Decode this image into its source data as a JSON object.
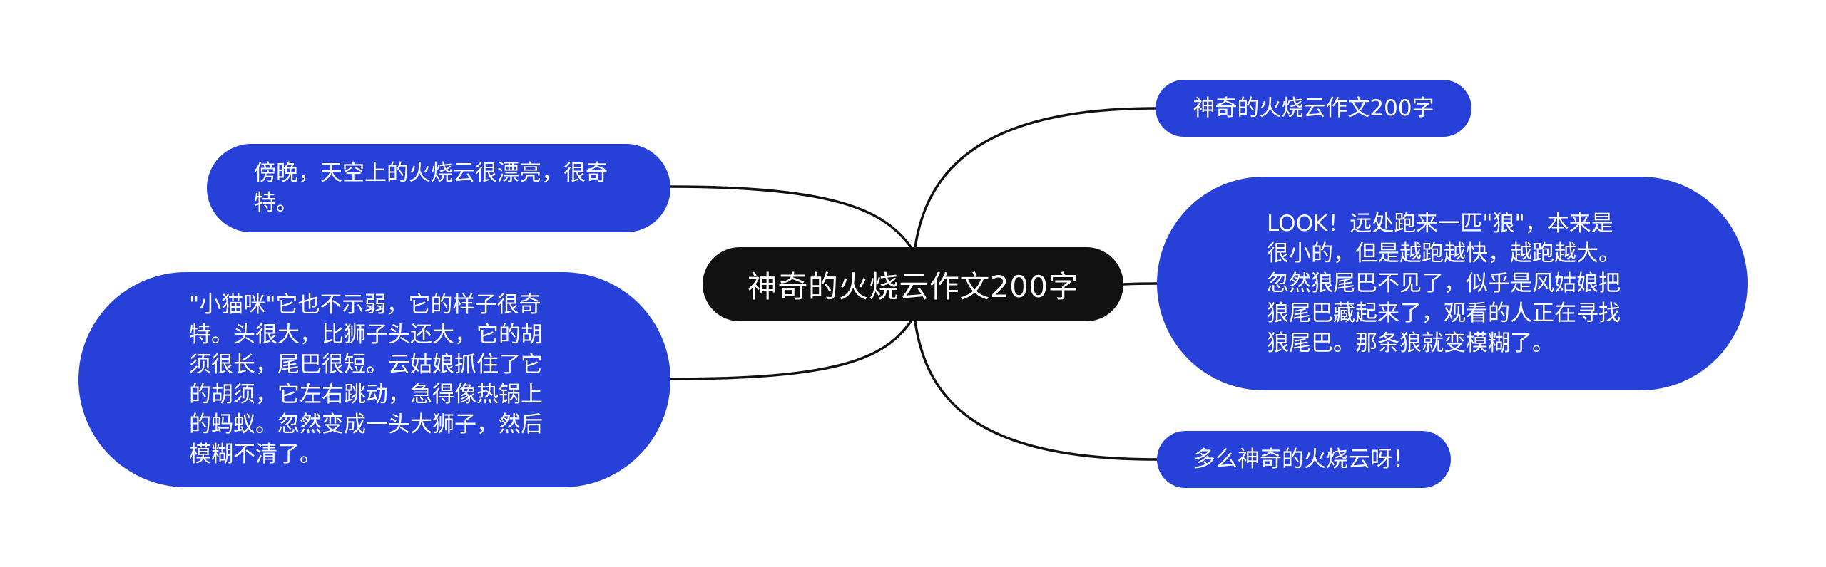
{
  "root": {
    "label": "神奇的火烧云作文200字"
  },
  "branches": {
    "top": "神奇的火烧云作文200字",
    "right": "LOOK！远处跑来一匹\"狼\"，本来是很小的，但是越跑越快，越跑越大。忽然狼尾巴不见了，似乎是风姑娘把狼尾巴藏起来了，观看的人正在寻找狼尾巴。那条狼就变模糊了。",
    "bottom": "多么神奇的火烧云呀！",
    "upper_left": "傍晚，天空上的火烧云很漂亮，很奇特。",
    "lower_left": "\"小猫咪\"它也不示弱，它的样子很奇特。头很大，比狮子头还大，它的胡须很长，尾巴很短。云姑娘抓住了它的胡须，它左右跳动，急得像热锅上的蚂蚁。忽然变成一头大狮子，然后模糊不清了。"
  },
  "colors": {
    "root_fill": "#111111",
    "node_fill": "#2740d8",
    "text": "#ffffff",
    "connector": "#111111"
  }
}
